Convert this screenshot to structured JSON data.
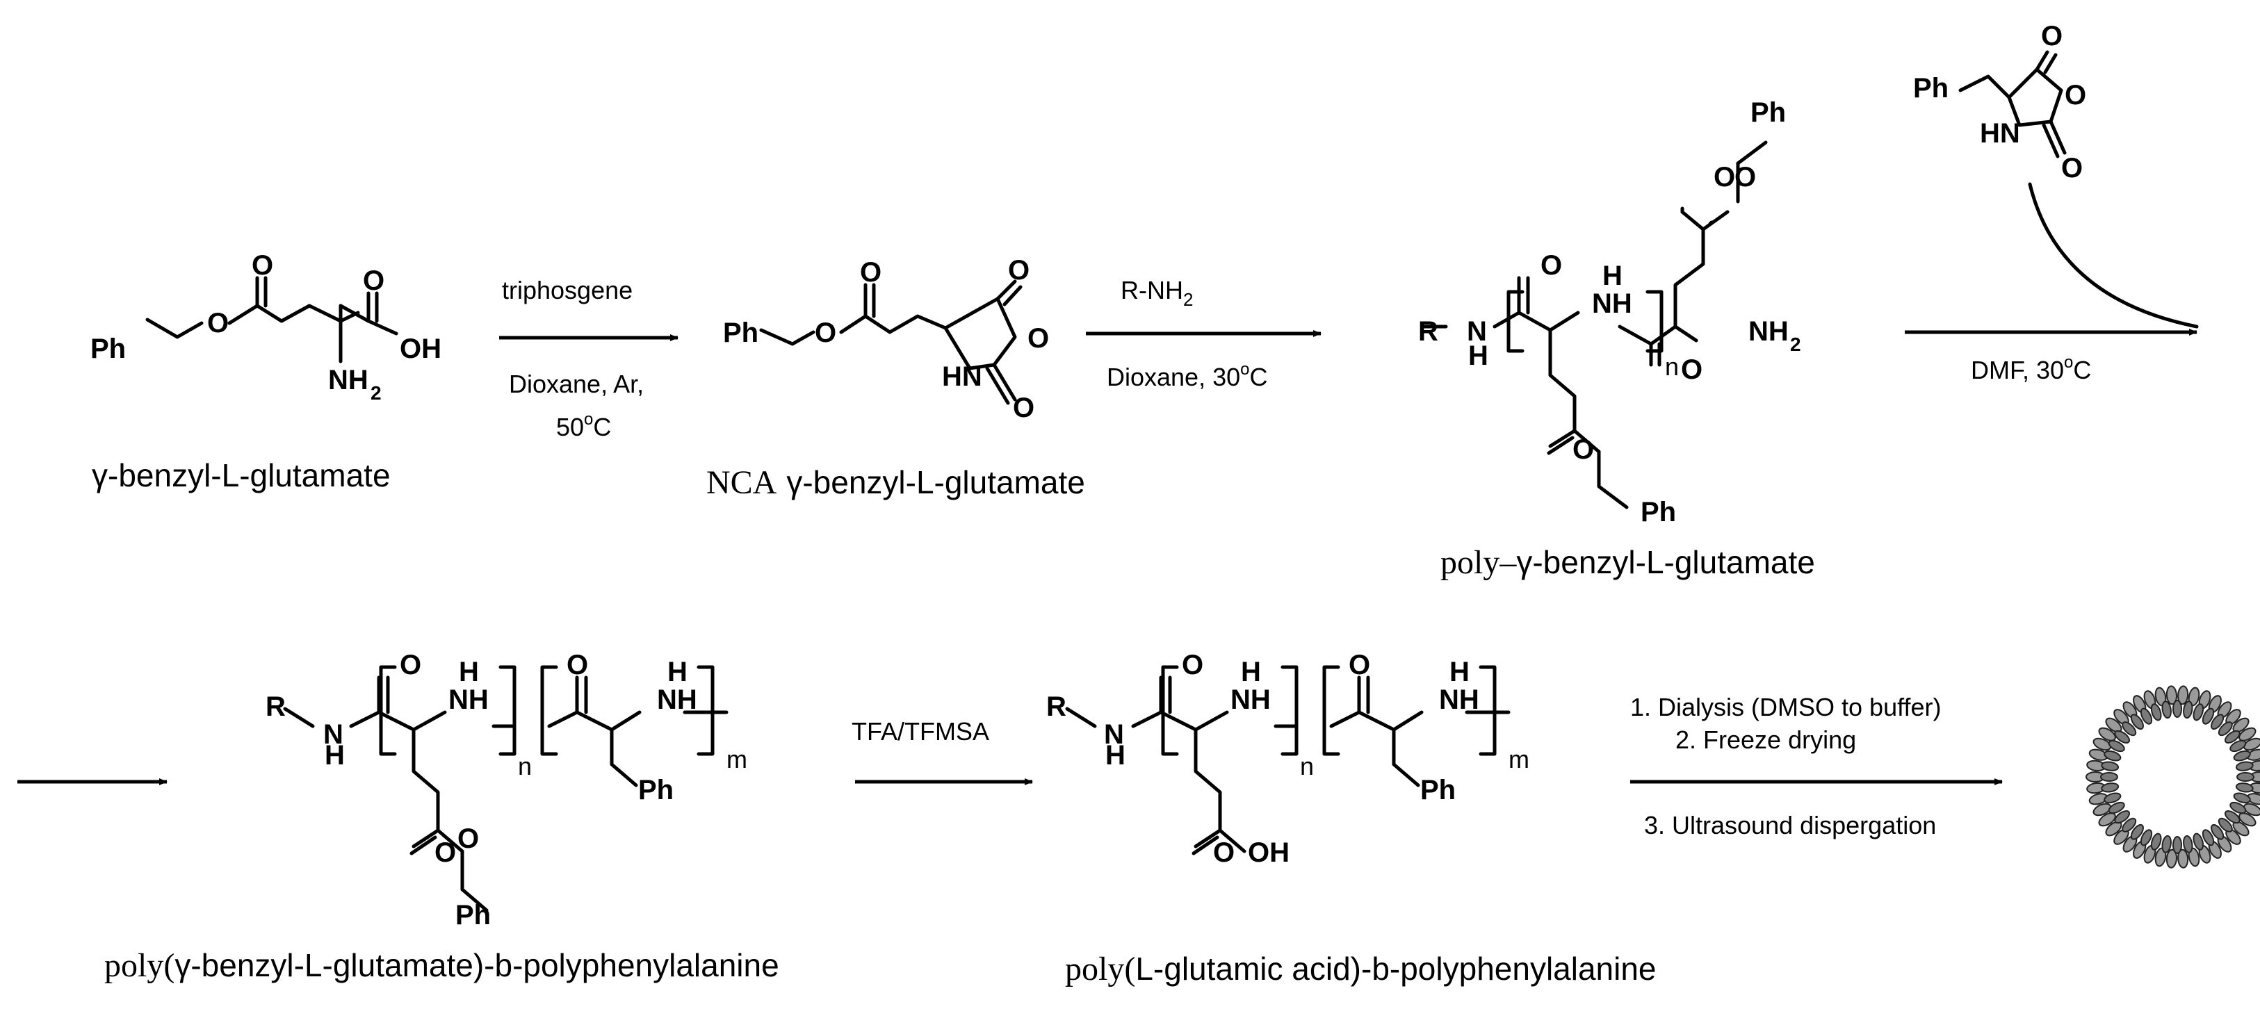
{
  "compounds": {
    "c1": {
      "caption": "γ-benzyl-L-glutamate"
    },
    "c2": {
      "caption_prefix": "NCA",
      "caption_main": "γ-benzyl-L-glutamate"
    },
    "c3": {
      "caption_prefix": "poly–",
      "caption_main": "γ-benzyl-L-glutamate"
    },
    "c4": {
      "caption_prefix": "poly(",
      "caption_main": "γ-benzyl-L-glutamate)-b-polyphenylalanine"
    },
    "c5": {
      "caption_prefix": "poly(",
      "caption_main": "L-glutamic acid)-b-polyphenylalanine"
    }
  },
  "arrows": {
    "a1": {
      "above": "triphosgene",
      "below1": "Dioxane, Ar,",
      "below2_num": "50",
      "below2_unit": "C",
      "degree": "o"
    },
    "a2": {
      "above_main": "R-NH",
      "above_sub": "2",
      "below_main": "Dioxane, 30",
      "below_deg": "o",
      "below_unit": "C"
    },
    "a3": {
      "below_main": "DMF, 30",
      "below_deg": "o",
      "below_unit": "C"
    },
    "a4": {
      "above": "TFA/TFMSA"
    },
    "a5": {
      "above1": "1. Dialysis (DMSO to buffer)",
      "above2": "2. Freeze drying",
      "below": "3. Ultrasound dispergation"
    }
  },
  "atoms": {
    "Ph": "Ph",
    "O": "O",
    "OH": "OH",
    "NH": "NH",
    "HN": "HN",
    "N": "N",
    "H": "H",
    "NH2_main": "NH",
    "sub2": "2",
    "R": "R",
    "n": "n",
    "m": "m"
  }
}
